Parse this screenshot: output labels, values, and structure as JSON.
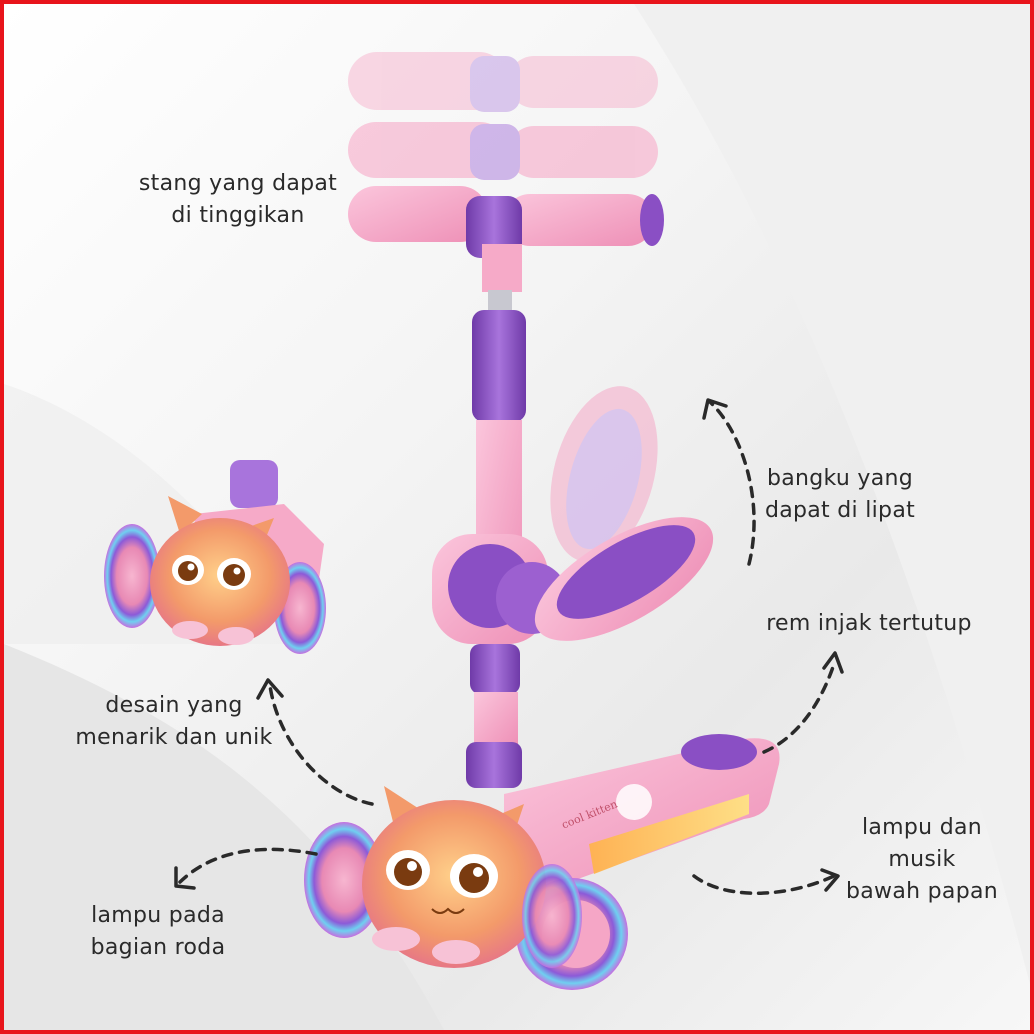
{
  "annotations": {
    "handlebar": [
      "stang yang dapat",
      "di tinggikan"
    ],
    "seat": [
      "bangku yang",
      "dapat di lipat"
    ],
    "brake": [
      "rem injak tertutup"
    ],
    "design": [
      "desain yang",
      "menarik dan unik"
    ],
    "deck_lights": [
      "lampu dan",
      "musik",
      "bawah papan"
    ],
    "wheel_lights": [
      "lampu pada",
      "bagian roda"
    ]
  },
  "deck_print": "cool kitten",
  "colors": {
    "frame_border": "#e8141b",
    "scooter_pink": "#f6aac8",
    "scooter_purple": "#8a4fc4",
    "arrow": "#2a2a2a"
  }
}
